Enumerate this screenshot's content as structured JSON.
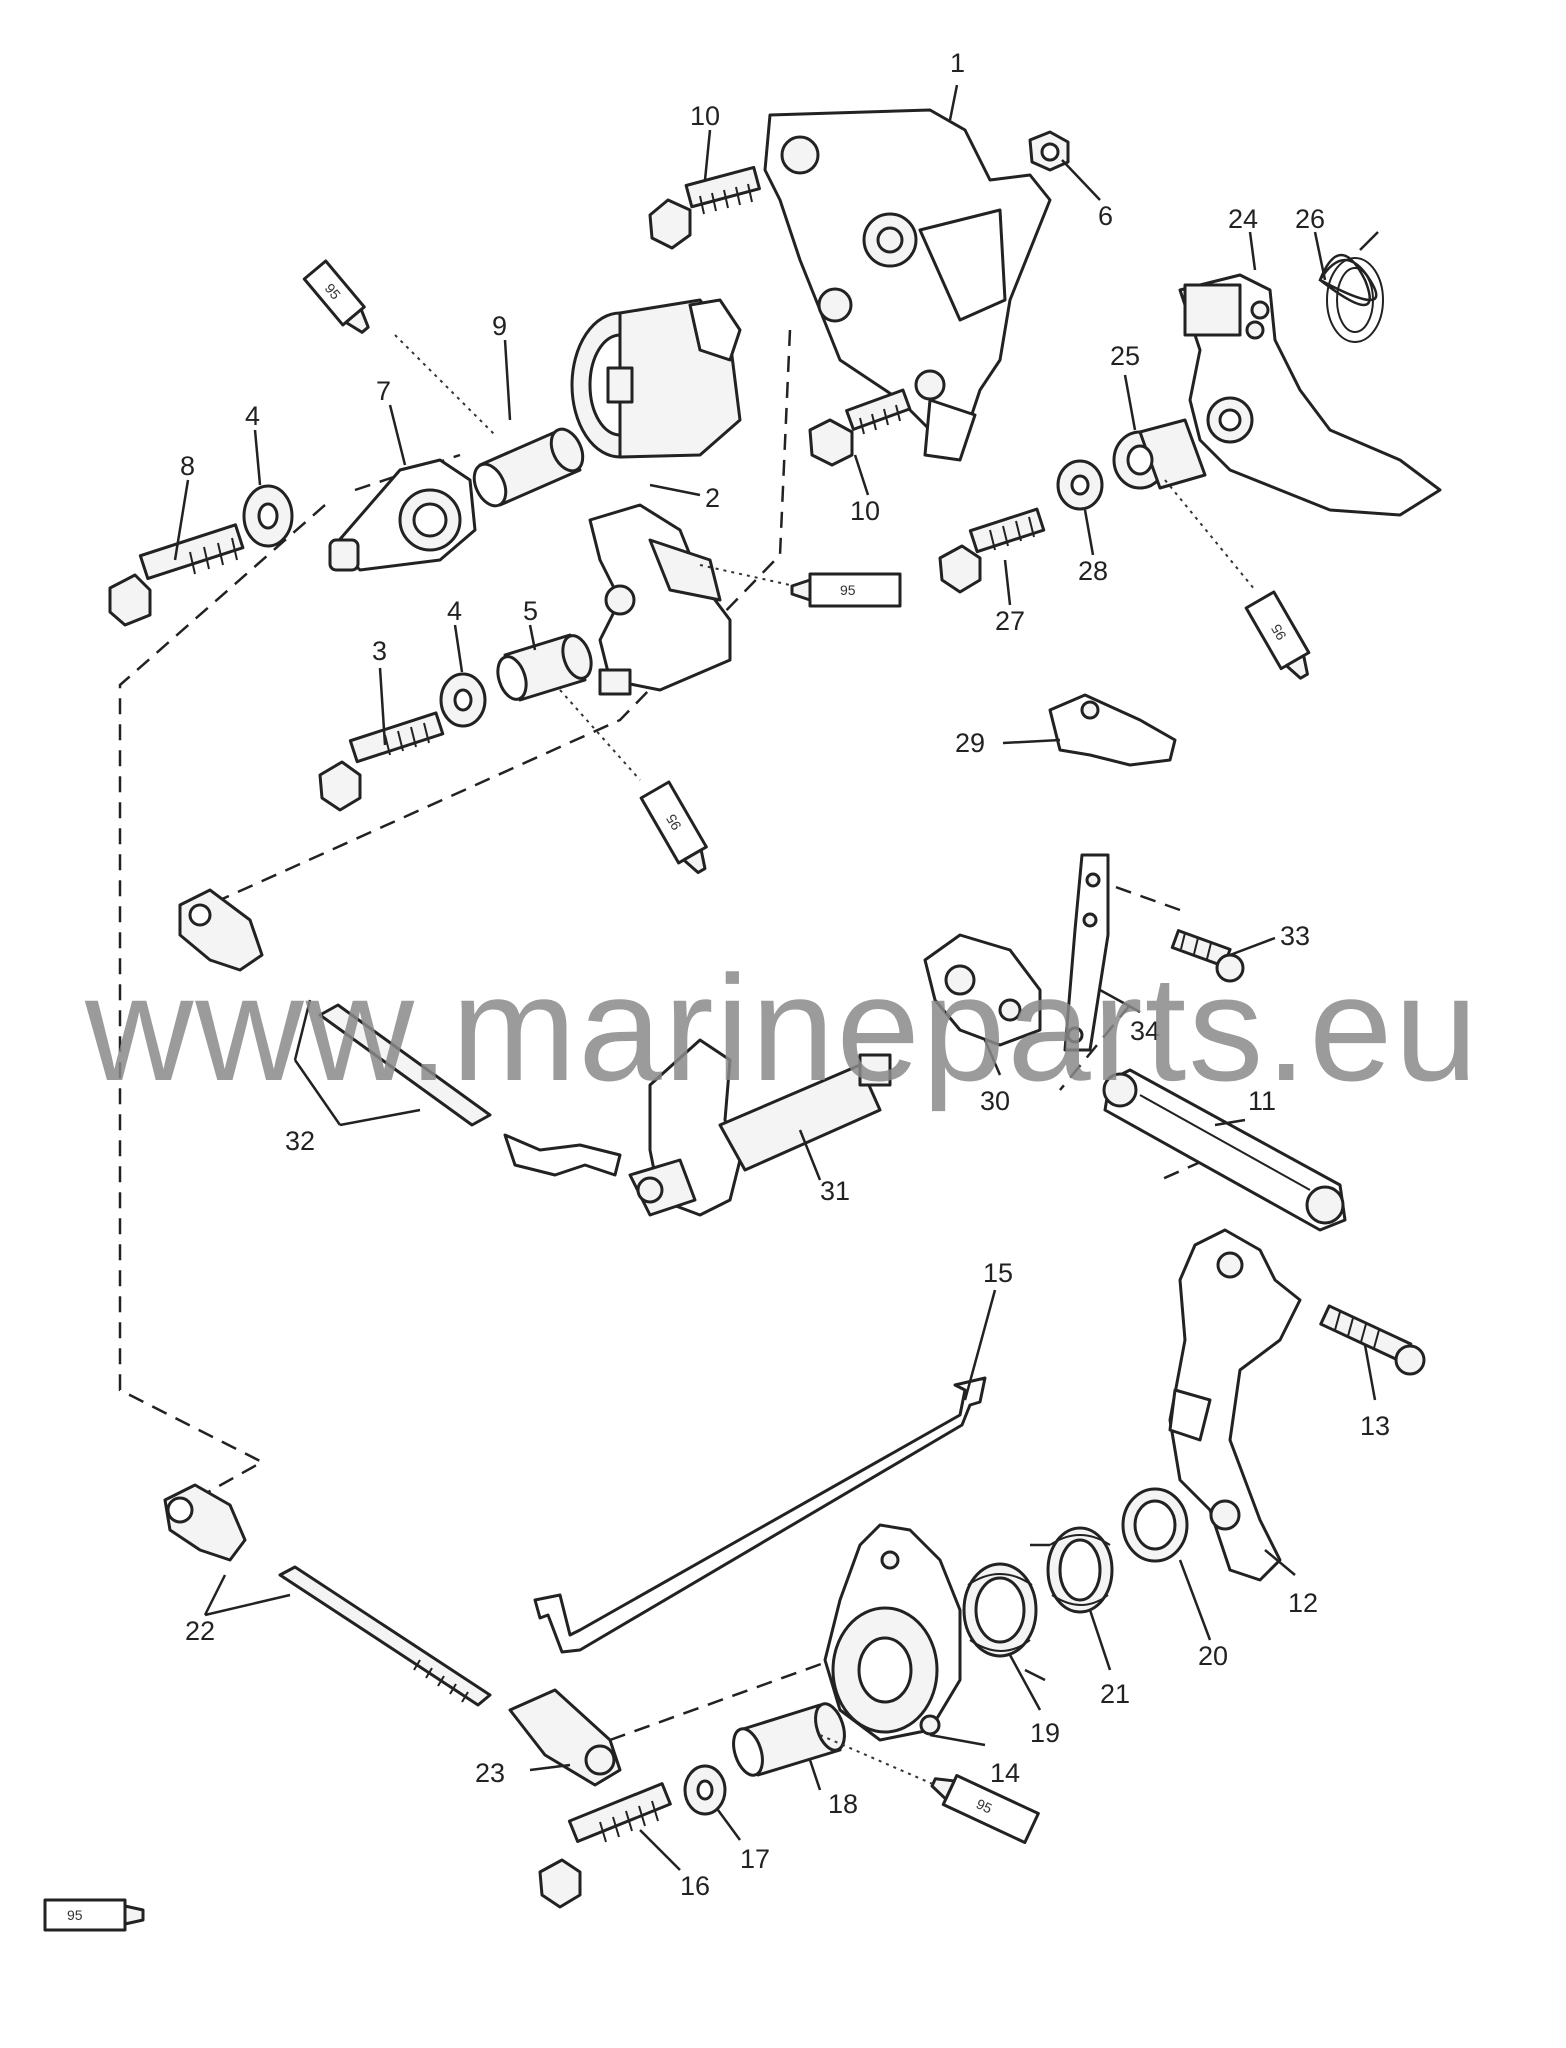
{
  "watermark": "www.marineparts.eu",
  "lubricant_code": "95",
  "callouts": [
    {
      "id": "c1",
      "label": "1"
    },
    {
      "id": "c10a",
      "label": "10"
    },
    {
      "id": "c6",
      "label": "6"
    },
    {
      "id": "c24",
      "label": "24"
    },
    {
      "id": "c26",
      "label": "26"
    },
    {
      "id": "c9",
      "label": "9"
    },
    {
      "id": "c7",
      "label": "7"
    },
    {
      "id": "c4a",
      "label": "4"
    },
    {
      "id": "c8",
      "label": "8"
    },
    {
      "id": "c2",
      "label": "2"
    },
    {
      "id": "c10b",
      "label": "10"
    },
    {
      "id": "c25",
      "label": "25"
    },
    {
      "id": "c28",
      "label": "28"
    },
    {
      "id": "c27",
      "label": "27"
    },
    {
      "id": "c3",
      "label": "3"
    },
    {
      "id": "c4b",
      "label": "4"
    },
    {
      "id": "c5",
      "label": "5"
    },
    {
      "id": "c29",
      "label": "29"
    },
    {
      "id": "c33",
      "label": "33"
    },
    {
      "id": "c34",
      "label": "34"
    },
    {
      "id": "c30",
      "label": "30"
    },
    {
      "id": "c11",
      "label": "11"
    },
    {
      "id": "c32",
      "label": "32"
    },
    {
      "id": "c31",
      "label": "31"
    },
    {
      "id": "c15",
      "label": "15"
    },
    {
      "id": "c13",
      "label": "13"
    },
    {
      "id": "c12",
      "label": "12"
    },
    {
      "id": "c20",
      "label": "20"
    },
    {
      "id": "c21",
      "label": "21"
    },
    {
      "id": "c19",
      "label": "19"
    },
    {
      "id": "c22",
      "label": "22"
    },
    {
      "id": "c14",
      "label": "14"
    },
    {
      "id": "c23",
      "label": "23"
    },
    {
      "id": "c18",
      "label": "18"
    },
    {
      "id": "c17",
      "label": "17"
    },
    {
      "id": "c16",
      "label": "16"
    }
  ]
}
